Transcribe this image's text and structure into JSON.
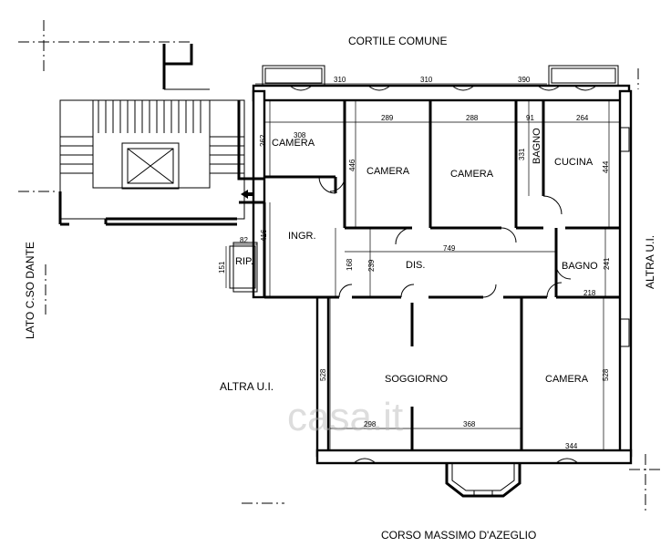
{
  "streets": {
    "top": "CORTILE COMUNE",
    "bottom": "CORSO MASSIMO D'AZEGLIO",
    "left": "LATO C.SO DANTE",
    "right": "ALTRA U.I.",
    "left_unit": "ALTRA U.I."
  },
  "rooms": {
    "camera_1": "CAMERA",
    "camera_2": "CAMERA",
    "camera_3": "CAMERA",
    "bagno_1": "BAGNO",
    "cucina": "CUCINA",
    "ingresso": "INGR.",
    "ripostiglio": "RIP.",
    "disimpegno": "DIS.",
    "bagno_2": "BAGNO",
    "soggiorno": "SOGGIORNO",
    "camera_4": "CAMERA"
  },
  "dimensions": {
    "top_1": "310",
    "top_2": "310",
    "top_3": "390",
    "camera_1_w": "308",
    "camera_1_h": "262",
    "camera_2_w": "289",
    "camera_2_h": "446",
    "camera_3_w": "288",
    "bagno_1_w": "91",
    "bagno_1_h": "331",
    "cucina_w": "264",
    "cucina_h": "444",
    "ingr_h": "416",
    "rip_w": "82",
    "rip_h": "151",
    "dis_w": "749",
    "dis_h1": "168",
    "dis_h2": "239",
    "bagno_2_h": "241",
    "bagno_2_w": "218",
    "soggiorno_h": "528",
    "soggiorno_w1": "298",
    "soggiorno_w2": "368",
    "camera_4_h": "528",
    "camera_4_w": "344"
  },
  "watermark": "casa.it"
}
